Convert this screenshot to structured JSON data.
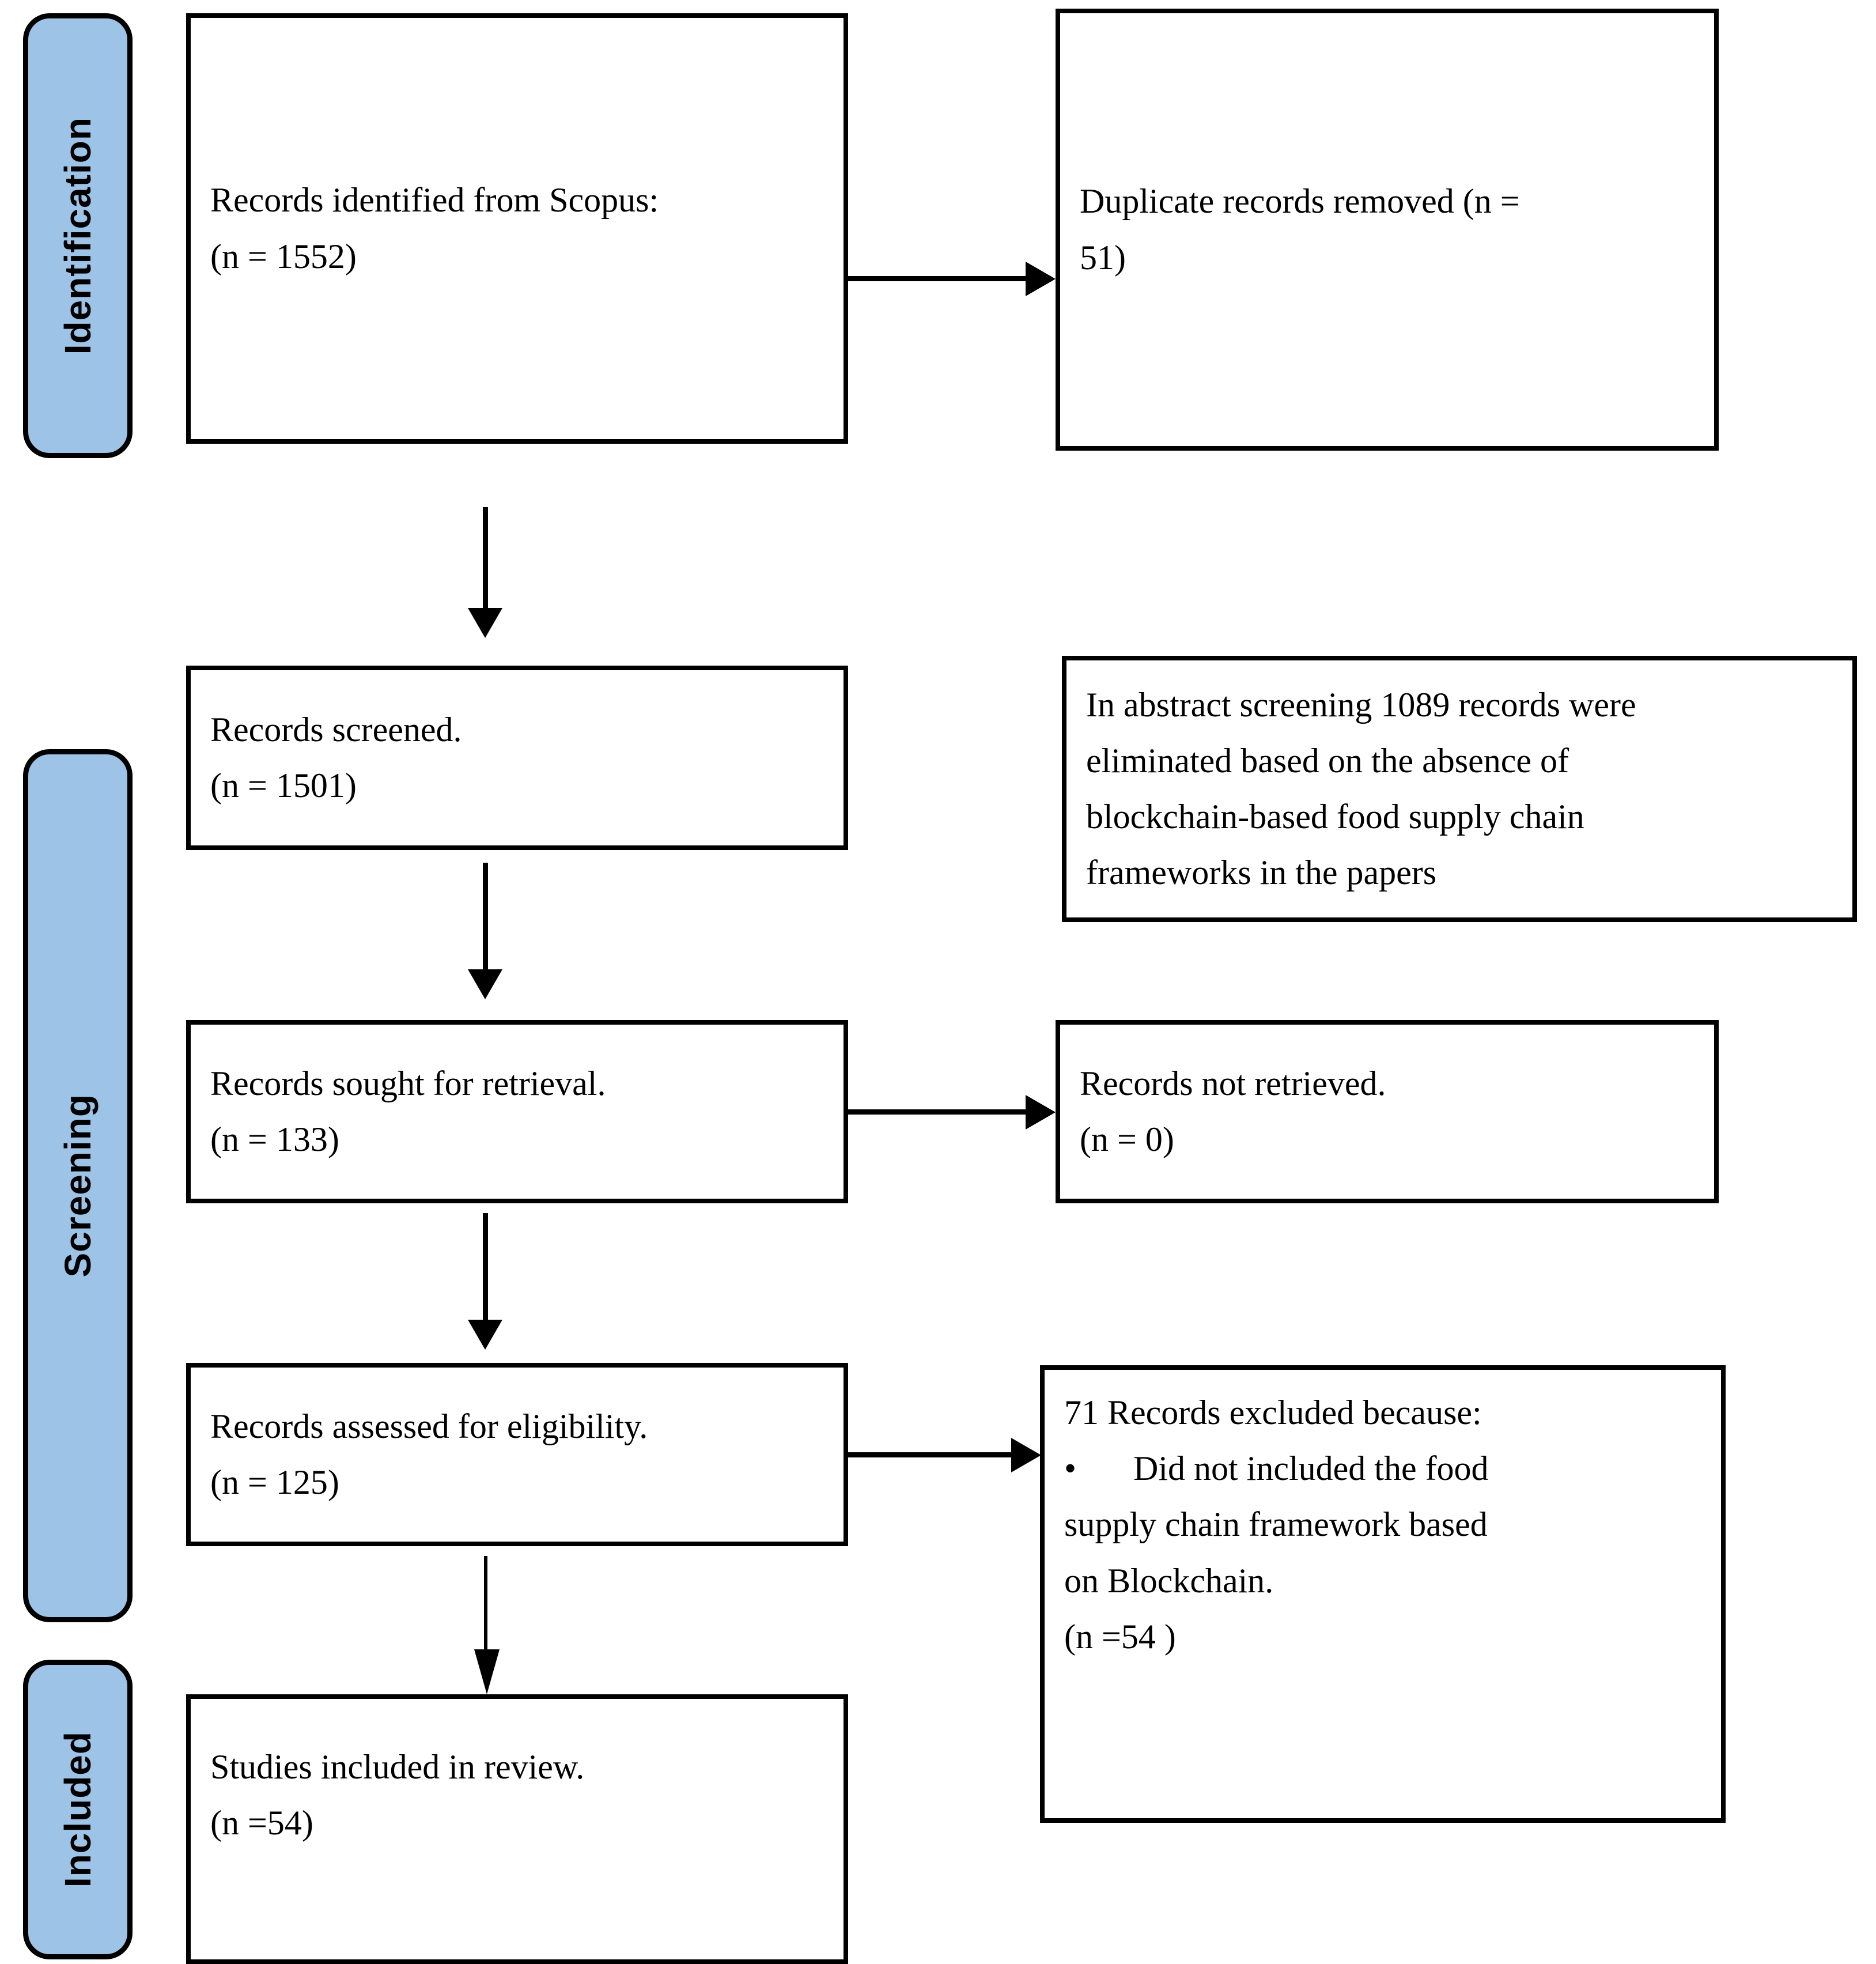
{
  "diagram": {
    "title": "PRISMA flow diagram",
    "accent_color": "#9DC3E6",
    "border_color": "#000000",
    "background_color": "#FFFFFF"
  },
  "phases": [
    {
      "key": "identification",
      "label": "Identification"
    },
    {
      "key": "screening",
      "label": "Screening"
    },
    {
      "key": "included",
      "label": "Included"
    }
  ],
  "boxes": {
    "identified": {
      "line1": "Records identified from Scopus:",
      "line2": " (n = 1552)"
    },
    "duplicates": {
      "line1": "Duplicate  records  removed  (n =",
      "line2": "51)"
    },
    "screened": {
      "line1": "Records screened.",
      "line2": "(n = 1501)"
    },
    "abstract_excluded": {
      "line1": "In abstract screening 1089 records were",
      "line2": "eliminated based on the absence of",
      "line3": "blockchain-based food supply chain",
      "line4": "frameworks in the papers"
    },
    "sought": {
      "line1": "Records sought for retrieval.",
      "line2": "(n = 133)"
    },
    "not_retrieved": {
      "line1": "Records not retrieved.",
      "line2": "(n = 0)"
    },
    "assessed": {
      "line1": "Records assessed for eligibility.",
      "line2": "(n = 125)"
    },
    "excluded": {
      "line1": "71 Records excluded because:",
      "bullet_marker": "•",
      "bullet_line1": "Did not included the food",
      "bullet_line2": "supply chain framework based",
      "bullet_line3": "on Blockchain.",
      "line_n": "(n =54 )"
    },
    "studies_included": {
      "line1": "Studies included in review.",
      "line2": "(n =54)"
    }
  },
  "chart_data": {
    "type": "diagram",
    "flow": "PRISMA 2020 study selection",
    "nodes": [
      {
        "id": "identified",
        "phase": "Identification",
        "label": "Records identified from Scopus",
        "n": 1552
      },
      {
        "id": "duplicates",
        "phase": "Identification",
        "label": "Duplicate records removed",
        "n": 51
      },
      {
        "id": "screened",
        "phase": "Screening",
        "label": "Records screened",
        "n": 1501
      },
      {
        "id": "abstract_excluded",
        "phase": "Screening",
        "label": "In abstract screening records eliminated based on the absence of blockchain-based food supply chain frameworks in the papers",
        "n": 1089
      },
      {
        "id": "sought",
        "phase": "Screening",
        "label": "Records sought for retrieval",
        "n": 133
      },
      {
        "id": "not_retrieved",
        "phase": "Screening",
        "label": "Records not retrieved",
        "n": 0
      },
      {
        "id": "assessed",
        "phase": "Screening",
        "label": "Records assessed for eligibility",
        "n": 125
      },
      {
        "id": "excluded",
        "phase": "Screening",
        "label": "Records excluded because did not included the food supply chain framework based on Blockchain",
        "n": 54,
        "stated_count": 71
      },
      {
        "id": "studies_included",
        "phase": "Included",
        "label": "Studies included in review",
        "n": 54
      }
    ],
    "edges": [
      {
        "from": "identified",
        "to": "duplicates",
        "direction": "right"
      },
      {
        "from": "identified",
        "to": "screened",
        "direction": "down"
      },
      {
        "from": "screened",
        "to": "sought",
        "direction": "down"
      },
      {
        "from": "sought",
        "to": "not_retrieved",
        "direction": "right"
      },
      {
        "from": "sought",
        "to": "assessed",
        "direction": "down"
      },
      {
        "from": "assessed",
        "to": "excluded",
        "direction": "right"
      },
      {
        "from": "assessed",
        "to": "studies_included",
        "direction": "down"
      }
    ]
  }
}
